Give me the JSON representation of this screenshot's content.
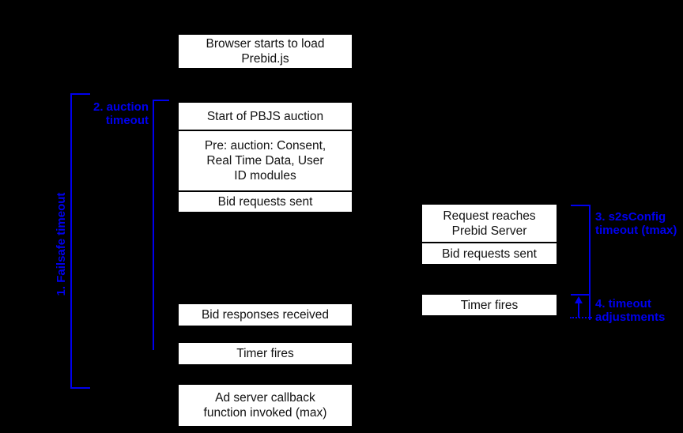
{
  "colors": {
    "background": "#000000",
    "box_fill": "#ffffff",
    "box_text": "#111111",
    "accent_blue": "#0000ee"
  },
  "left_timeline": {
    "boxes": [
      {
        "text": "Browser starts to load\nPrebid.js"
      },
      {
        "text": "Start of PBJS auction"
      },
      {
        "text": "Pre: auction: Consent,\nReal Time Data, User\nID modules"
      },
      {
        "text": "Bid requests sent"
      },
      {
        "text": "Bid responses received"
      },
      {
        "text": "Timer fires"
      },
      {
        "text": "Ad server callback\nfunction invoked (max)"
      }
    ]
  },
  "right_timeline": {
    "boxes": [
      {
        "text": "Request reaches\nPrebid Server"
      },
      {
        "text": "Bid requests sent"
      },
      {
        "text": "Timer fires"
      }
    ]
  },
  "labels": {
    "failsafe": "1. Failsafe timeout",
    "auction": "2. auction\ntimeout",
    "s2s": "3. s2sConfig\ntimeout (tmax)",
    "adjustments": "4. timeout\nadjustments"
  }
}
